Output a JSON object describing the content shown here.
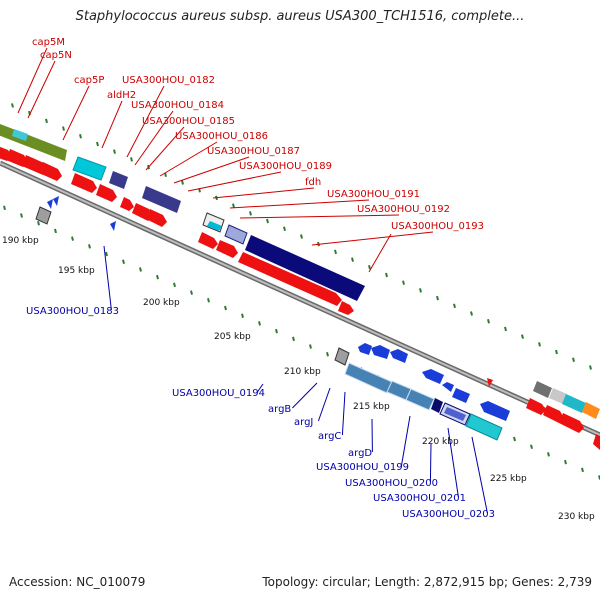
{
  "title": "Staphylococcus aureus subsp. aureus USA300_TCH1516, complete...",
  "footer": {
    "accession": "Accession: NC_010079",
    "stats": "Topology: circular; Length: 2,872,915 bp; Genes: 2,739"
  },
  "colors": {
    "forward_label": "#cc0000",
    "reverse_label": "#0000aa",
    "tick": "#2e7d32",
    "backbone": "#808080"
  },
  "kbp_ticks": [
    "190 kbp",
    "195 kbp",
    "200 kbp",
    "205 kbp",
    "210 kbp",
    "215 kbp",
    "220 kbp",
    "225 kbp",
    "230 kbp"
  ],
  "forward_genes": [
    "cap5M",
    "cap5N",
    "cap5P",
    "aldH2",
    "USA300HOU_0182",
    "USA300HOU_0184",
    "USA300HOU_0185",
    "USA300HOU_0186",
    "USA300HOU_0187",
    "USA300HOU_0189",
    "fdh",
    "USA300HOU_0191",
    "USA300HOU_0192",
    "USA300HOU_0193"
  ],
  "reverse_genes": [
    "USA300HOU_0183",
    "USA300HOU_0194",
    "argB",
    "argJ",
    "argC",
    "argD",
    "USA300HOU_0199",
    "USA300HOU_0200",
    "USA300HOU_0201",
    "USA300HOU_0203"
  ]
}
